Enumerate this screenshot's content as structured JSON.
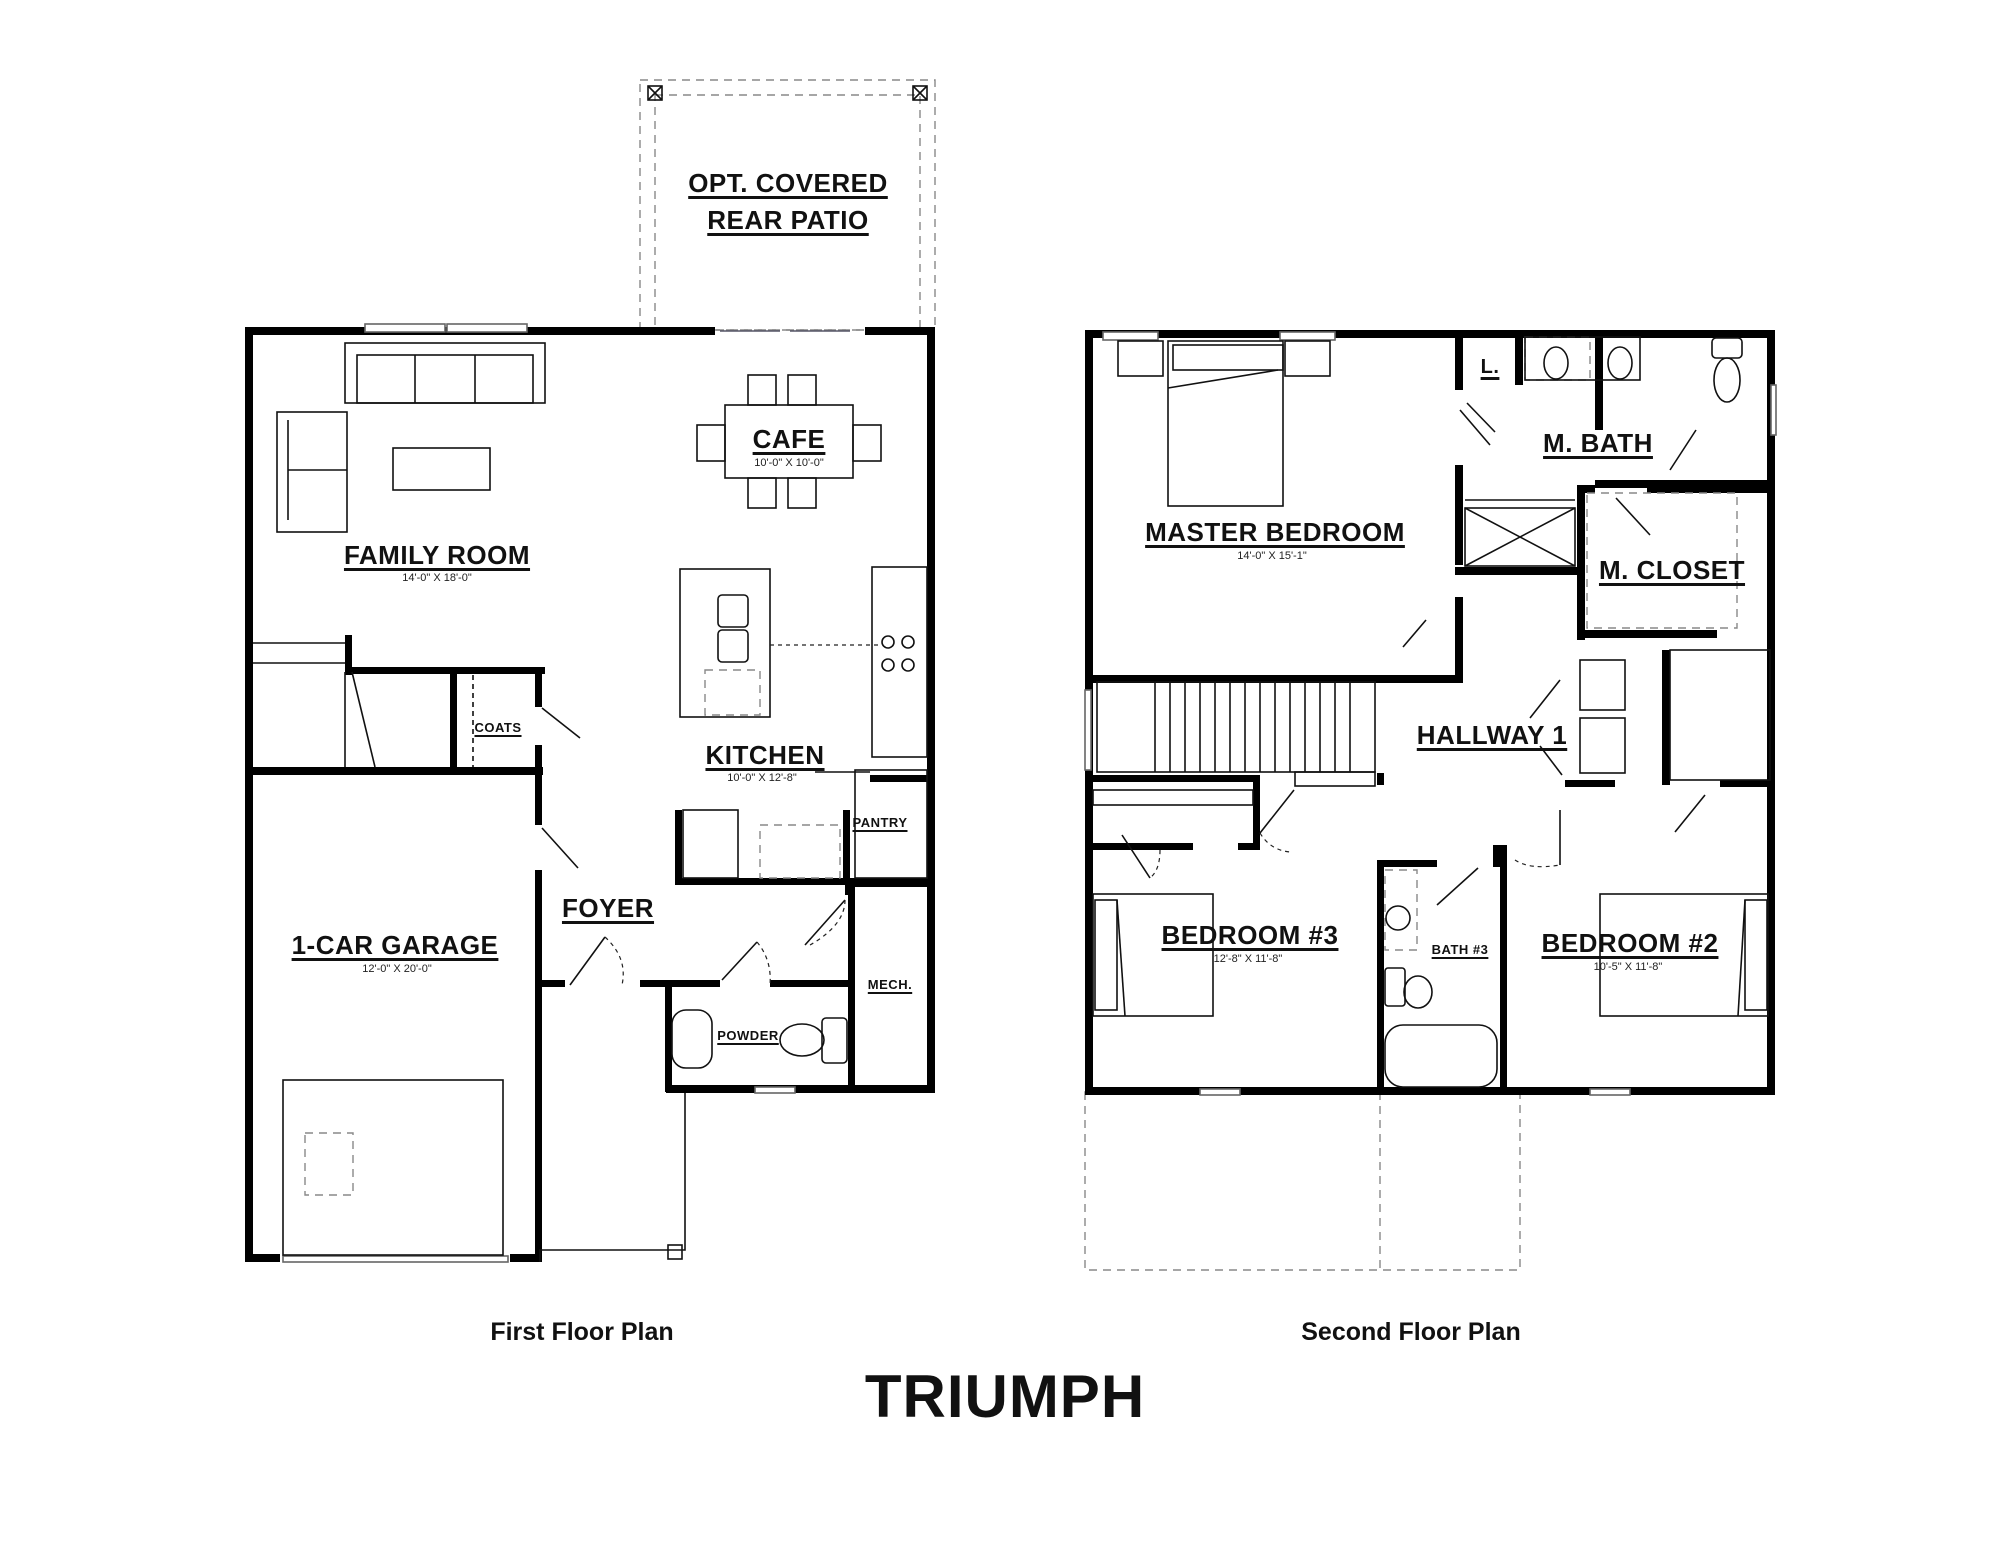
{
  "plan_name": "TRIUMPH",
  "first_floor": {
    "caption": "First Floor Plan",
    "rooms": {
      "patio": {
        "line1": "OPT. COVERED",
        "line2": "REAR PATIO"
      },
      "cafe": {
        "name": "CAFE",
        "dims": "10'-0\" X 10'-0\""
      },
      "family_room": {
        "name": "FAMILY ROOM",
        "dims": "14'-0\" X 18'-0\""
      },
      "kitchen": {
        "name": "KITCHEN",
        "dims": "10'-0\" X 12'-8\""
      },
      "coats": {
        "name": "COATS"
      },
      "pantry": {
        "name": "PANTRY"
      },
      "foyer": {
        "name": "FOYER"
      },
      "garage": {
        "name": "1-CAR GARAGE",
        "dims": "12'-0\" X 20'-0\""
      },
      "powder": {
        "name": "POWDER"
      },
      "mech": {
        "name": "MECH."
      }
    }
  },
  "second_floor": {
    "caption": "Second Floor Plan",
    "rooms": {
      "master_bedroom": {
        "name": "MASTER BEDROOM",
        "dims": "14'-0\" X 15'-1\""
      },
      "linen": {
        "name": "L."
      },
      "master_bath": {
        "name": "M. BATH"
      },
      "master_closet": {
        "name": "M. CLOSET"
      },
      "hallway": {
        "name": "HALLWAY 1"
      },
      "bedroom3": {
        "name": "BEDROOM #3",
        "dims": "12'-8\" X 11'-8\""
      },
      "bath3": {
        "name": "BATH #3"
      },
      "bedroom2": {
        "name": "BEDROOM #2",
        "dims": "10'-5\" X 11'-8\""
      }
    }
  }
}
